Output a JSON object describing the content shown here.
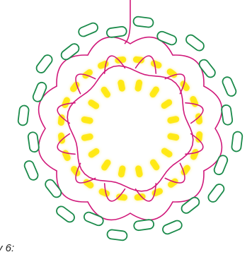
{
  "figure": {
    "caption": "y 6:",
    "colors": {
      "background": "#ffffff",
      "bead_fill": "#ffe600",
      "bead_glow": "#fff27a",
      "green_thread": "#1a8a4a",
      "magenta_thread": "#d0187a"
    },
    "rings": {
      "inner_ring_beads": 16,
      "outer_ring_beads": 24
    },
    "loops": {
      "green_picots": 24,
      "magenta_arcs": 12
    }
  }
}
